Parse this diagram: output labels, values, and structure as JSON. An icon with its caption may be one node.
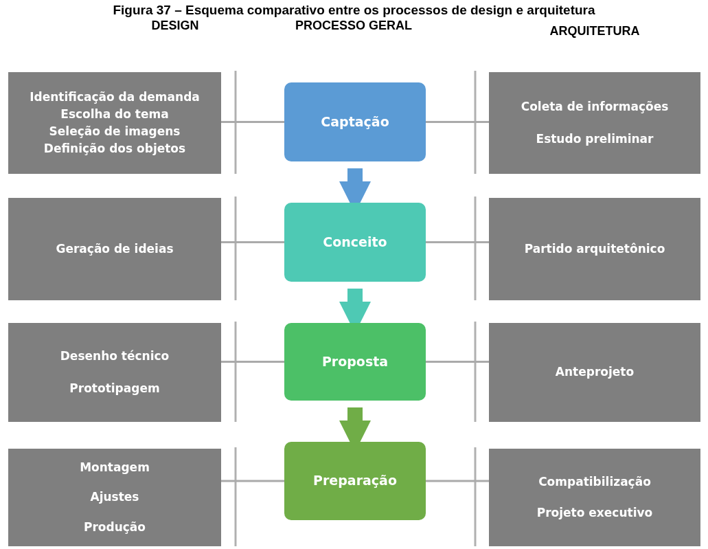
{
  "diagram": {
    "title": "Figura 37 – Esquema comparativo entre os processos de design e arquitetura",
    "nodes": [
      {
        "text": [
          "Identificação da demanda",
          "Escolha do tema",
          "Seleção de imagens",
          "Definição dos objetos"
        ]
      },
      {
        "text": [
          "Captação"
        ]
      },
      {
        "text": [
          "Coleta de informações",
          "Estudo preliminar"
        ]
      },
      {
        "text": [
          "Geração de ideias"
        ]
      },
      {
        "text": [
          "Conceito"
        ]
      },
      {
        "text": [
          "Partido arquitetônico"
        ]
      },
      {
        "text": [
          "Desenho técnico",
          "Prototipagem"
        ]
      },
      {
        "text": [
          "Proposta"
        ]
      },
      {
        "text": [
          "Anteprojeto"
        ]
      },
      {
        "text": [
          "Montagem",
          "Ajustes",
          "Produção"
        ]
      },
      {
        "text": [
          "Preparação"
        ]
      },
      {
        "text": [
          "Compatibilização",
          "Projeto executivo"
        ]
      }
    ],
    "edges": [
      {
        "from": 0,
        "to": 1,
        "arrow": "none"
      },
      {
        "from": 1,
        "to": 2,
        "arrow": "none"
      },
      {
        "from": 1,
        "to": 4,
        "arrow": "to",
        "style": "thick",
        "color": "#5b9bd5"
      },
      {
        "from": 3,
        "to": 4,
        "arrow": "none"
      },
      {
        "from": 4,
        "to": 5,
        "arrow": "none"
      },
      {
        "from": 4,
        "to": 7,
        "arrow": "to",
        "style": "thick",
        "color": "#4ec9b4"
      },
      {
        "from": 6,
        "to": 7,
        "arrow": "none"
      },
      {
        "from": 7,
        "to": 8,
        "arrow": "none"
      },
      {
        "from": 7,
        "to": 10,
        "arrow": "to",
        "style": "thick",
        "color": "#70ad47"
      },
      {
        "from": 9,
        "to": 10,
        "arrow": "none"
      },
      {
        "from": 10,
        "to": 11,
        "arrow": "none"
      }
    ],
    "labels": [
      "DESIGN",
      "PROCESSO GERAL",
      "ARQUITETURA"
    ]
  }
}
